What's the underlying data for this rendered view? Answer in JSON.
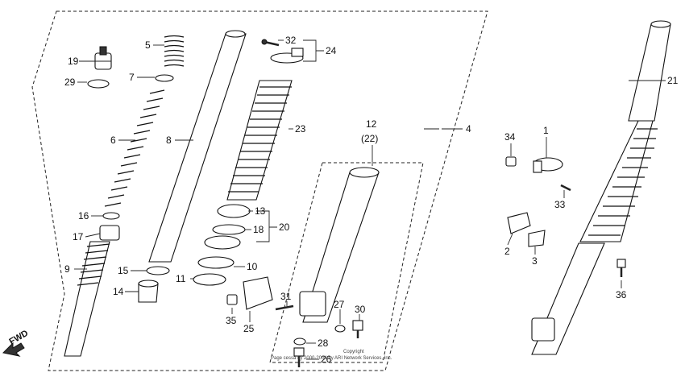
{
  "labels": {
    "p1": "1",
    "p2": "2",
    "p3": "3",
    "p4": "4",
    "p5": "5",
    "p6": "6",
    "p7": "7",
    "p8": "8",
    "p9": "9",
    "p10": "10",
    "p11": "11",
    "p12": "12",
    "p12b": "(22)",
    "p13": "13",
    "p14": "14",
    "p15": "15",
    "p16": "16",
    "p17": "17",
    "p18": "18",
    "p19": "19",
    "p20": "20",
    "p21": "21",
    "p23": "23",
    "p24": "24",
    "p25": "25",
    "p26": "26",
    "p27": "27",
    "p28": "28",
    "p29": "29",
    "p30": "30",
    "p31": "31",
    "p32": "32",
    "p33": "33",
    "p34": "34",
    "p35": "35",
    "p36": "36"
  },
  "fwd": "FWD",
  "copyright_line1": "Copyright",
  "copyright_line2": "Page cessa by 2000-2004 by ARI Network Services, Inc."
}
